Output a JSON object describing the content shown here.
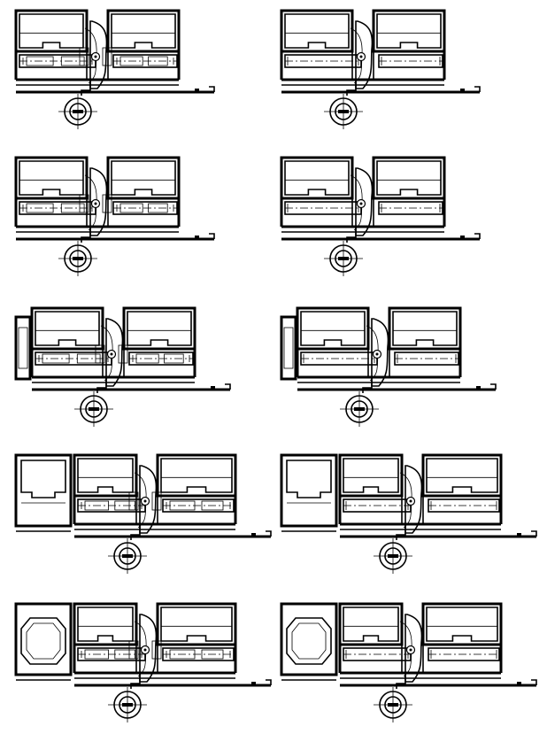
{
  "sheet": {
    "kind": "profile-section-drawings",
    "rows": [
      {
        "row": 1,
        "variants": [
          "detailed",
          "simplified"
        ],
        "bays": 2,
        "left_cap": false,
        "left_block": "none"
      },
      {
        "row": 2,
        "variants": [
          "detailed",
          "simplified"
        ],
        "bays": 2,
        "left_cap": false,
        "left_block": "none"
      },
      {
        "row": 3,
        "variants": [
          "detailed",
          "simplified"
        ],
        "bays": 2,
        "left_cap": true,
        "left_block": "none"
      },
      {
        "row": 4,
        "variants": [
          "detailed",
          "simplified"
        ],
        "bays": 3,
        "left_cap": false,
        "left_block": "chamber"
      },
      {
        "row": 5,
        "variants": [
          "detailed",
          "simplified"
        ],
        "bays": 3,
        "left_cap": false,
        "left_block": "octagon"
      }
    ],
    "colors": {
      "line": "#000000",
      "background": "#ffffff"
    },
    "symbols": [
      "pivot-circle-icon",
      "crosshair-roller-icon"
    ]
  }
}
